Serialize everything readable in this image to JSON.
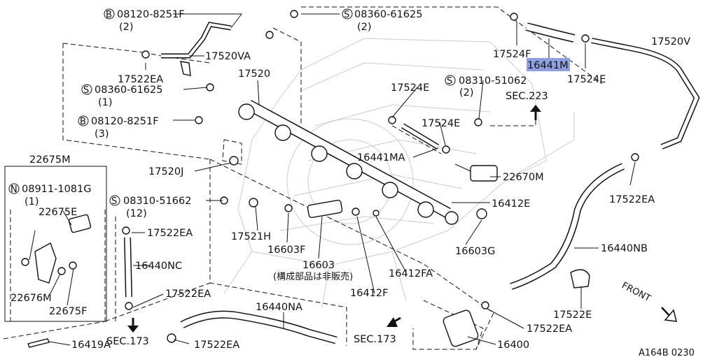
{
  "labels": {
    "l_b_08120_top": "08120-8251F",
    "l_b_08120_top_q": "(2)",
    "l_s_08360_top": "08360-61625",
    "l_s_08360_top_q": "(2)",
    "l_17520VA": "17520VA",
    "l_17522EA_1": "17522EA",
    "l_s_08360_mid": "08360-61625",
    "l_s_08360_mid_q": "(1)",
    "l_17520": "17520",
    "l_b_08120_mid": "08120-8251F",
    "l_b_08120_mid_q": "(3)",
    "l_17524F": "17524F",
    "l_16441M": "16441M",
    "l_17524E_1": "17524E",
    "l_17520V": "17520V",
    "l_17524E_2": "17524E",
    "l_s_08310_51062": "08310-51062",
    "l_s_08310_51062_q": "(2)",
    "l_sec223": "SEC.223",
    "l_17524E_3": "17524E",
    "l_16441MA": "16441MA",
    "l_22675M": "22675M",
    "l_n_08911": "08911-1081G",
    "l_n_08911_q": "(1)",
    "l_22675E": "22675E",
    "l_22676M": "22676M",
    "l_22675F": "22675F",
    "l_17520J": "17520J",
    "l_s_08310_51662": "08310-51662",
    "l_s_08310_51662_q": "(12)",
    "l_22670M": "22670M",
    "l_17522EA_2": "17522EA",
    "l_16412E": "16412E",
    "l_17522EA_3": "17522EA",
    "l_17521H": "17521H",
    "l_16603F": "16603F",
    "l_16603": "16603",
    "l_16603_note": "(構成部品は非販売)",
    "l_16412FA": "16412FA",
    "l_16603G": "16603G",
    "l_16440NC": "16440NC",
    "l_16440NB": "16440NB",
    "l_16412F": "16412F",
    "l_17522EA_4": "17522EA",
    "l_16440NA": "16440NA",
    "l_17522E": "17522E",
    "l_front": "FRONT",
    "l_sec173_a": "SEC.173",
    "l_17522EA_5": "17522EA",
    "l_sec173_b": "SEC.173",
    "l_17522EA_6": "17522EA",
    "l_16400": "16400",
    "l_16419A": "16419A",
    "l_ref": "A164B 0230"
  },
  "symbols": {
    "bolt_b": "B",
    "screw_s": "S",
    "nut_n": "N"
  },
  "colors": {
    "highlight": "#8f9fe0",
    "line": "#111111"
  }
}
